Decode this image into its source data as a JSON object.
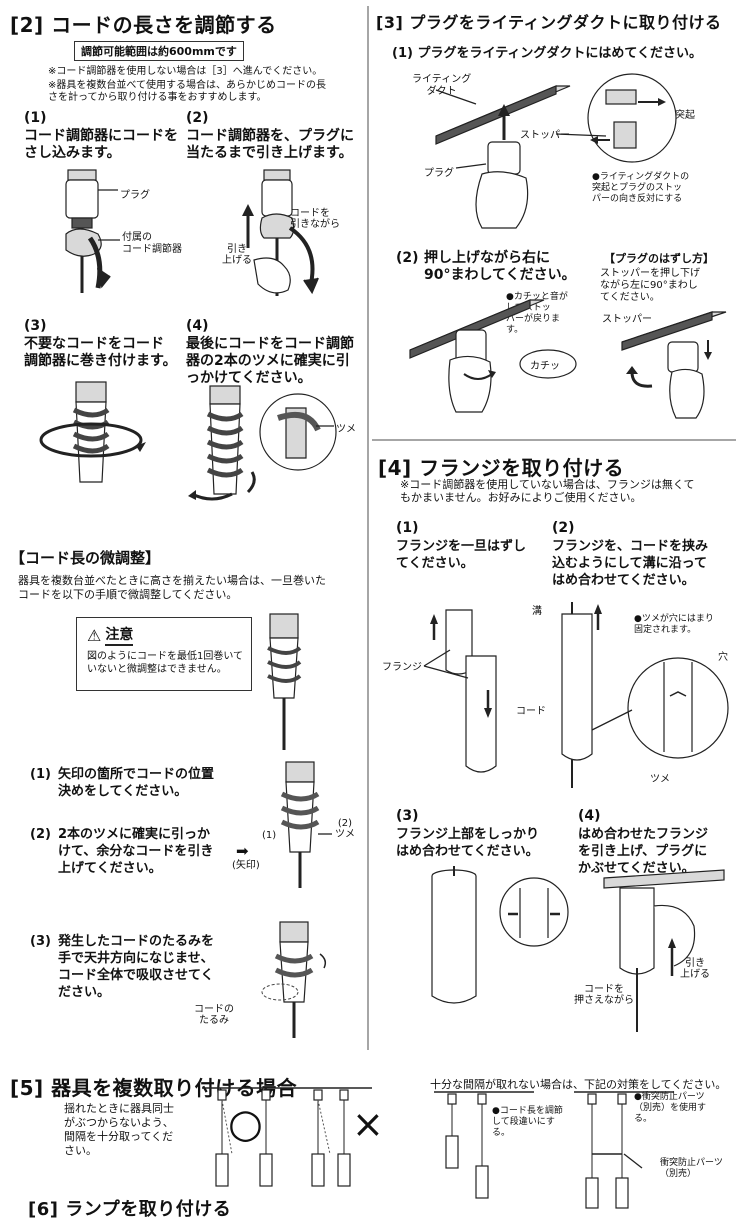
{
  "s2": {
    "title": "[2] コードの長さを調節する",
    "range": "調節可能範囲は約600mmです",
    "note1": "※コード調節器を使用しない場合は［3］へ進んでください。",
    "note2": "※器具を複数台並べて使用する場合は、あらかじめコードの長\nさを計ってから取り付ける事をおすすめします。",
    "st1_num": "(1)",
    "st1_text": "コード調節器にコードを\nさし込みます。",
    "st1_plug": "プラグ",
    "st1_adj": "付属の\nコード調節器",
    "st2_num": "(2)",
    "st2_text": "コード調節器を、プラグに\n当たるまで引き上げます。",
    "st2_cord": "コードを\n引きながら",
    "st2_pull": "引き\n上げる",
    "st3_num": "(3)",
    "st3_text": "不要なコードをコード\n調節器に巻き付けます。",
    "st4_num": "(4)",
    "st4_text": "最後にコードをコード調節\n器の2本のツメに確実に引\nっかけてください。",
    "st4_tsume": "ツメ"
  },
  "fine": {
    "title": "【コード長の微調整】",
    "desc": "器具を複数台並べたときに高さを揃えたい場合は、一旦巻いた\nコードを以下の手順で微調整してください。",
    "caution_title": "注意",
    "caution_text": "図のようにコードを最低1回巻いて\nいないと微調整はできません。",
    "f1_num": "(1)",
    "f1_text": "矢印の箇所でコードの位置\n決めをしてください。",
    "f2_num": "(2)",
    "f2_text": "2本のツメに確実に引っか\nけて、余分なコードを引き\n上げてください。",
    "f2_l1": "(1)",
    "f2_l2": "(2)\nツメ",
    "f2_arrow": "(矢印)",
    "f3_num": "(3)",
    "f3_text": "発生したコードのたるみを\n手で天井方向になじませ、\nコード全体で吸収させてく\nださい。",
    "f3_label": "コードの\nたるみ"
  },
  "s3": {
    "title": "[3] プラグをライティングダクトに取り付ける",
    "st1": "(1) プラグをライティングダクトにはめてください。",
    "duct": "ライティング\nダクト",
    "stopper": "ストッパー",
    "plug": "プラグ",
    "tokki": "突起",
    "note": "●ライティングダクトの\n突起とプラグのストッ\nパーの向き反対にする",
    "st2_num": "(2)",
    "st2_text": "押し上げながら右に\n90°まわしてください。",
    "click_note": "●カチッと音が\nしてストッ\nパーが戻りま\nす。",
    "click": "カチッ",
    "remove_title": "【プラグのはずし方】",
    "remove_text": "ストッパーを押し下げ\nながら左に90°まわし\nてください。",
    "remove_stopper": "ストッパー"
  },
  "s4": {
    "title": "[4] フランジを取り付ける",
    "note": "※コード調節器を使用していない場合は、フランジは無くて\nもかまいません。お好みによりご使用ください。",
    "st1_num": "(1)",
    "st1_text": "フランジを一旦はずし\nてください。",
    "flange": "フランジ",
    "st2_num": "(2)",
    "st2_text": "フランジを、コードを挟み\n込むようにして溝に沿って\nはめ合わせてください。",
    "mizo": "溝",
    "cord": "コード",
    "tsume_note": "●ツメが穴にはまり\n固定されます。",
    "ana": "穴",
    "tsume": "ツメ",
    "st3_num": "(3)",
    "st3_text": "フランジ上部をしっかり\nはめ合わせてください。",
    "st4_num": "(4)",
    "st4_text": "はめ合わせたフランジ\nを引き上げ、プラグに\nかぶせてください。",
    "pull": "引き\n上げる",
    "hold": "コードを\n押さえながら"
  },
  "s5": {
    "title": "[5] 器具を複数取り付ける場合",
    "text": "揺れたときに器具同士\nがぶつからないよう、\n間隔を十分取ってくだ\nさい。",
    "ok": "○",
    "ng": "×",
    "right_title": "十分な間隔が取れない場合は、下記の対策をしてください。",
    "r1": "●コード長を調節\nして段違いにす\nる。",
    "r2": "●衝突防止パーツ\n（別売）を使用す\nる。",
    "r2_label": "衝突防止パーツ\n（別売）"
  },
  "s6": {
    "title": "[6] ランプを取り付ける"
  }
}
